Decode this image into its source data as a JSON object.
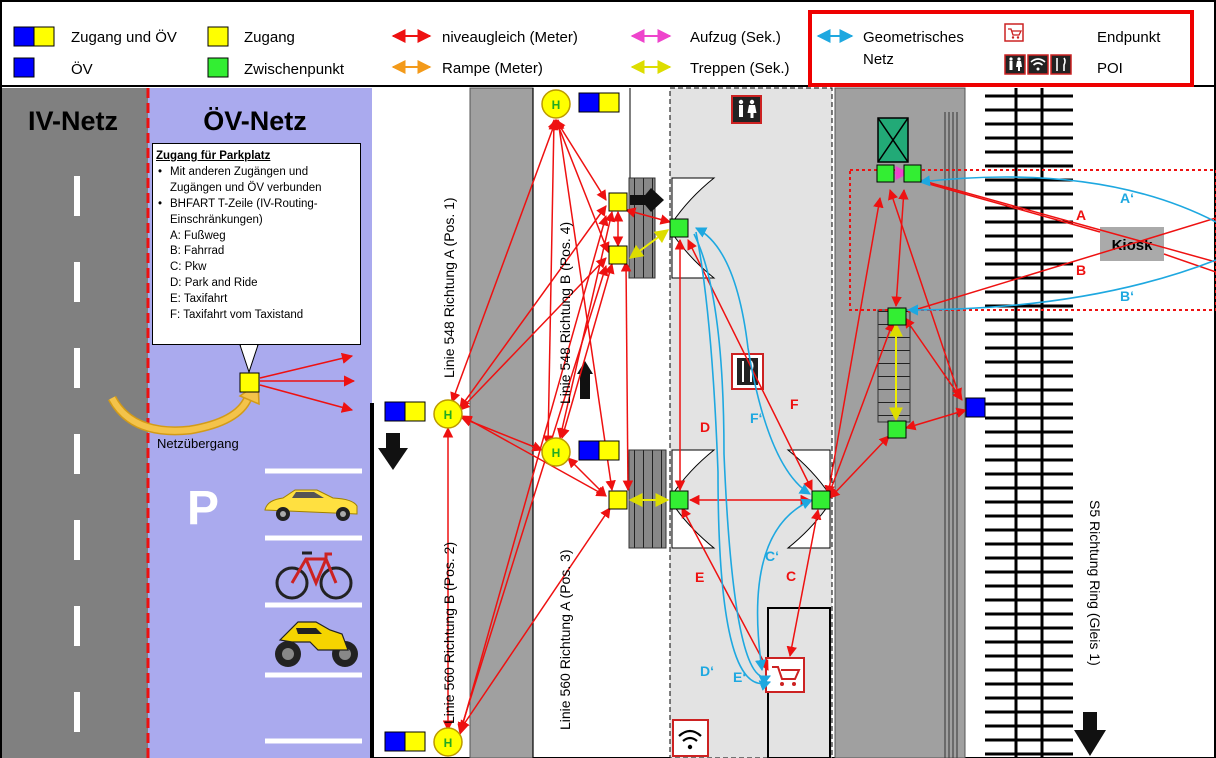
{
  "legend": {
    "zugang_oev": "Zugang und ÖV",
    "oev": "ÖV",
    "zugang": "Zugang",
    "zwischenpunkt": "Zwischenpunkt",
    "niveaugleich": "niveaugleich (Meter)",
    "rampe": "Rampe (Meter)",
    "aufzug": "Aufzug (Sek.)",
    "treppen": "Treppen (Sek.)",
    "geometrisch_1": "Geometrisches",
    "geometrisch_2": "Netz",
    "endpunkt": "Endpunkt",
    "poi": "POI"
  },
  "zones": {
    "iv_netz": "IV-Netz",
    "oev_netz": "ÖV-Netz",
    "parking": "P",
    "netzuebergang": "Netzübergang",
    "kiosk": "Kiosk"
  },
  "info_box": {
    "title": "Zugang für Parkplatz",
    "bullet1": "Mit anderen Zugängen und Zugängen und ÖV verbunden",
    "bullet2": "BHFART T-Zeile (IV-Routing-Einschränkungen)",
    "items": [
      "A: Fußweg",
      "B: Fahrrad",
      "C: Pkw",
      "D: Park and Ride",
      "E: Taxifahrt",
      "F: Taxifahrt vom Taxistand"
    ]
  },
  "stops": {
    "stop_548_a": "Linie 548 Richtung A (Pos. 1)",
    "stop_548_b": "Linie 548 Richtung B (Pos. 4)",
    "stop_560_b": "Linie 560 Richtung B (Pos. 2)",
    "stop_560_a": "Linie 560 Richtung A (Pos. 3)",
    "s5": "S5 Richtung Ring (Gleis 1)",
    "stop_marker": "H"
  },
  "edge_labels": {
    "a": "A",
    "b": "B",
    "c": "C",
    "d": "D",
    "e": "E",
    "f": "F",
    "a_prime": "A‘",
    "b_prime": "B‘",
    "c_prime": "C‘",
    "d_prime": "D‘",
    "e_prime": "E‘",
    "f_prime": "F‘"
  },
  "colors": {
    "oev_blue": "#0000ff",
    "zugang_yellow": "#ffff00",
    "zwischen_green": "#33ee33",
    "niveaugleich_red": "#ee1111",
    "rampe_orange": "#f39a1a",
    "aufzug_pink": "#ee44cc",
    "treppen_yellow": "#eeee00",
    "geometrisch_cyan": "#1ea8e0",
    "oev_zone": "#aaaaee",
    "iv_road": "#808080"
  }
}
